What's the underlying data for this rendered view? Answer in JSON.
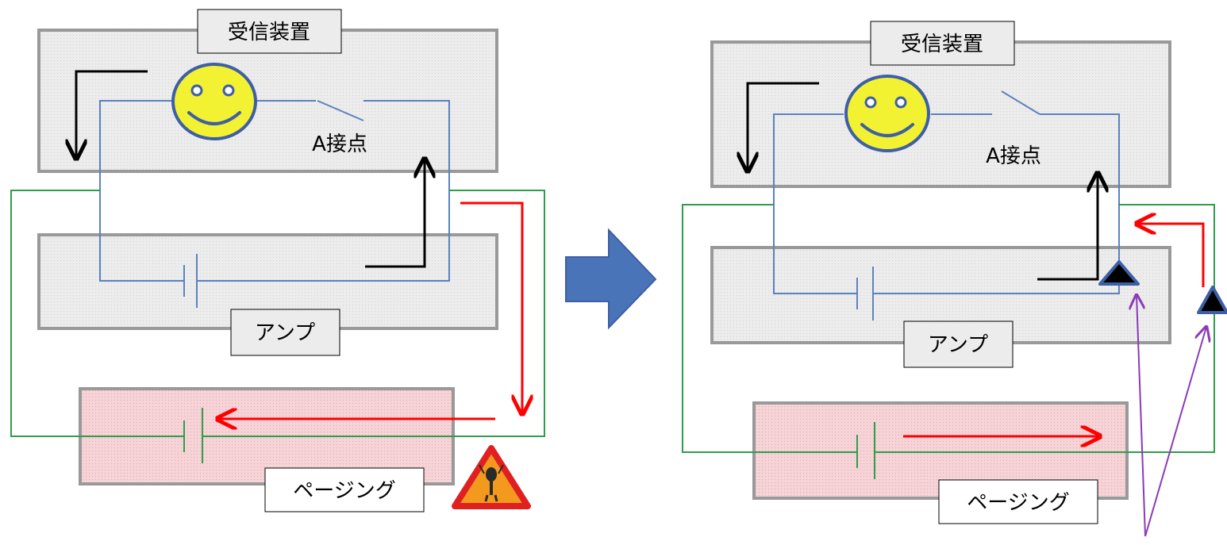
{
  "left_diagram": {
    "receiver_label": "受信装置",
    "contact_label": "A接点",
    "amp_label": "アンプ",
    "paging_label": "ページング"
  },
  "right_diagram": {
    "receiver_label": "受信装置",
    "contact_label": "A接点",
    "amp_label": "アンプ",
    "paging_label": "ページング"
  },
  "colors": {
    "box_gray": "#ececec",
    "box_border": "#999999",
    "box_pink": "#f5d0d3",
    "wire_blue": "#5b82c0",
    "wire_green": "#2e9e4c",
    "arrow_red": "#ff0000",
    "arrow_black": "#000000",
    "smiley_face": "#f2f232",
    "smiley_border": "#3e5ea5",
    "big_arrow": "#4a74b8",
    "pointer_purple": "#8a3bb8",
    "diode_fill": "#000000",
    "diode_border": "#3e5ea5",
    "warning_orange": "#f39a1e",
    "warning_red": "#e02020"
  },
  "icons": {
    "smiley": "smiley-face-icon",
    "warning": "warning-alien-icon",
    "diode": "diode-triangle-icon",
    "battery": "battery-symbol-icon",
    "transition": "right-arrow-icon"
  }
}
